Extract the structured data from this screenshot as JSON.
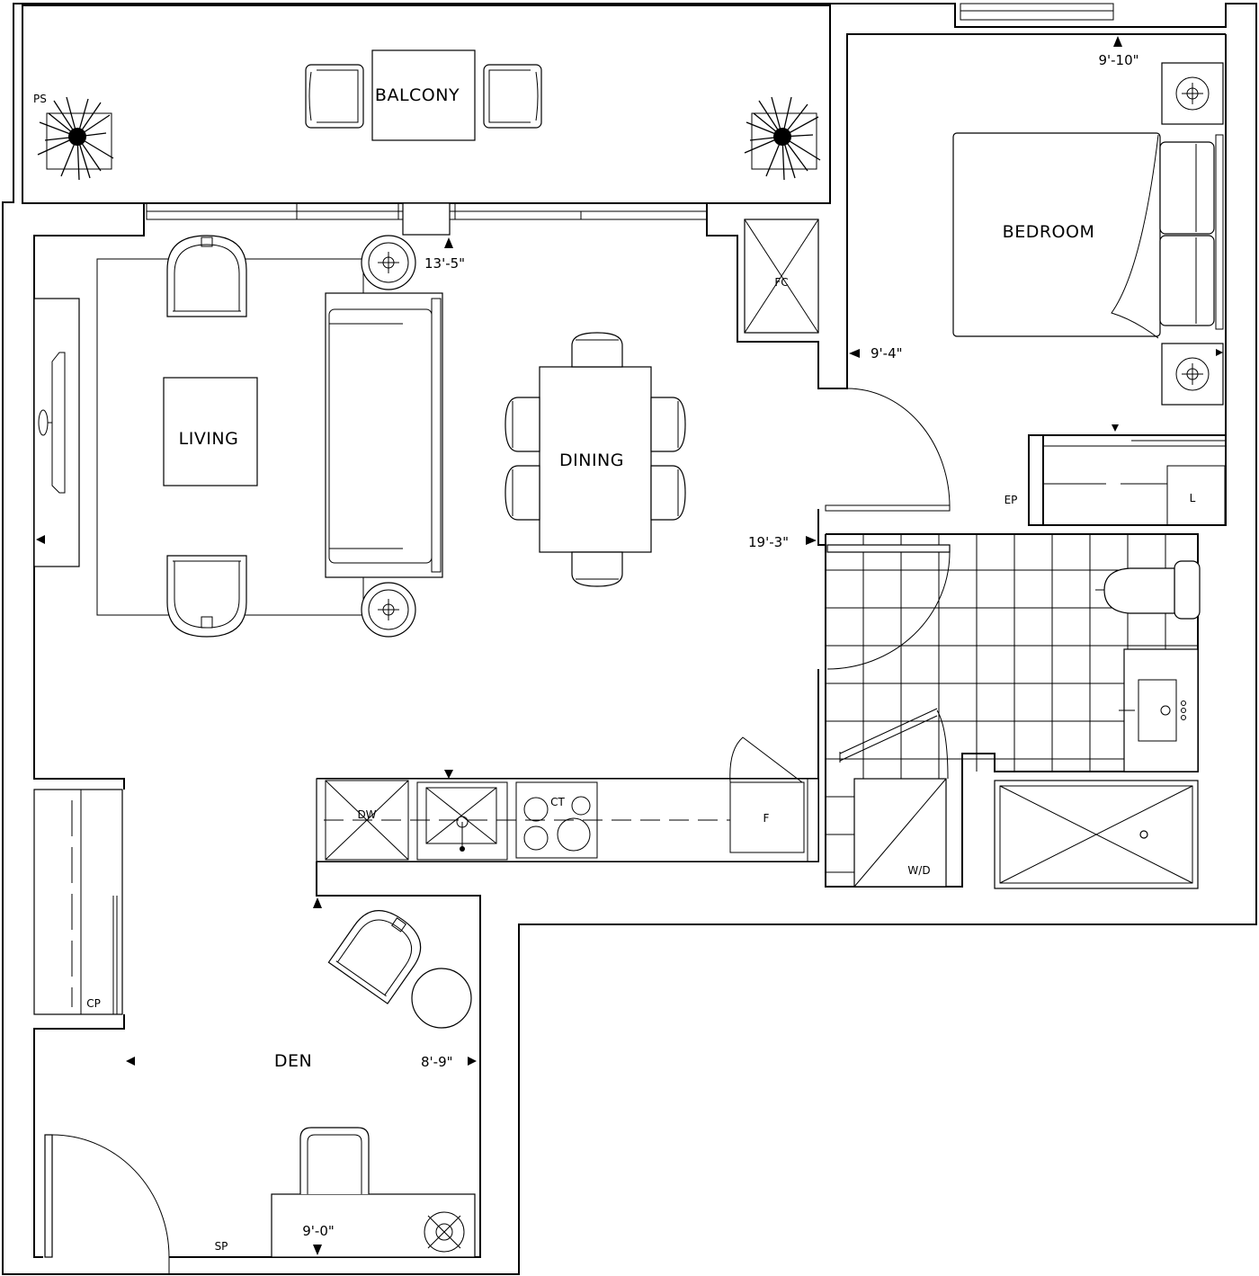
{
  "rooms": {
    "balcony": "BALCONY",
    "bedroom": "BEDROOM",
    "living": "LIVING",
    "dining": "DINING",
    "den": "DEN"
  },
  "dimensions": {
    "bedroom_width": "9'-10\"",
    "bedroom_depth": "9'-4\"",
    "living_width": "13'-5\"",
    "living_length": "19'-3\"",
    "den_width": "8'-9\"",
    "den_depth": "9'-0\""
  },
  "abbreviations": {
    "ps": "PS",
    "fc": "FC",
    "ep": "EP",
    "linen": "L",
    "dishwasher": "DW",
    "cooktop": "CT",
    "fridge": "F",
    "washer_dryer": "W/D",
    "cp": "CP",
    "sp": "SP"
  }
}
